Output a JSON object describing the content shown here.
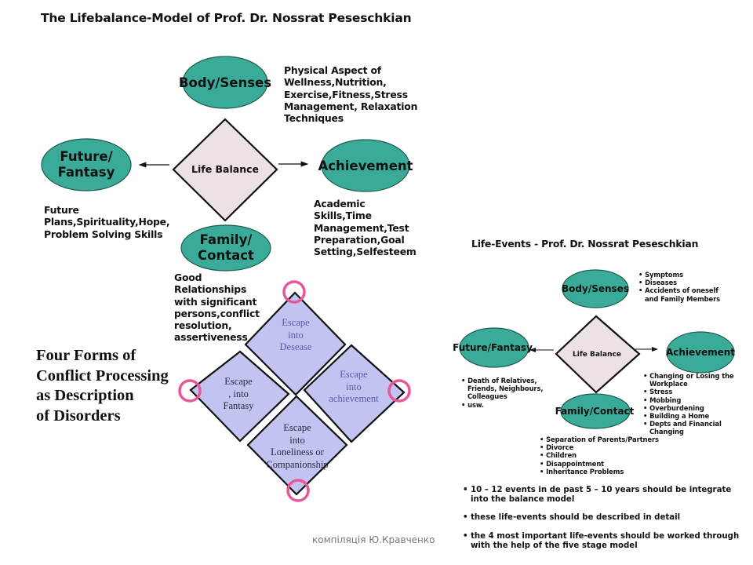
{
  "colors": {
    "ellipse_fill": "#3aab98",
    "ellipse_stroke": "#1d5a4f",
    "diamond_fill": "#ece1e6",
    "escape_fill": "#c3c3f2",
    "highlight_circle": "#e8559a",
    "footer_text": "#777777"
  },
  "left_model": {
    "title": "The Lifebalance-Model of Prof. Dr. Nossrat Peseschkian",
    "center": "Life Balance",
    "nodes": {
      "body": [
        "Body/Senses"
      ],
      "future": [
        "Future/",
        "Fantasy"
      ],
      "achievement": [
        "Achievement"
      ],
      "family": [
        "Family/",
        "Contact"
      ]
    },
    "descriptions": {
      "body": "Physical Aspect of\nWellness,Nutrition,\nExercise,Fitness,Stress\nManagement, Relaxation\nTechniques",
      "future": "Future\nPlans,Spirituality,Hope,\nProblem Solving Skills",
      "achievement": "Academic\nSkills,Time\nManagement,Test\nPreparation,Goal\nSetting,Selfesteem",
      "family": "Good\nRelationships\nwith significant\npersons,conflict\nresolution,\nassertiveness"
    }
  },
  "conflict_forms": {
    "heading": "Four Forms of\nConflict Processing\nas Description\nof Disorders",
    "escapes": {
      "top": "Escape\ninto\nDesease",
      "left": "Escape\n, into\nFantasy",
      "right": "Escape\ninto\nachievement",
      "bottom": "Escape\ninto\nLoneliness or\nCompanionship"
    }
  },
  "right_model": {
    "title": "Life-Events - Prof. Dr. Nossrat Peseschkian",
    "center": "Life Balance",
    "nodes": {
      "body": "Body/Senses",
      "future": "Future/Fantasy",
      "achievement": "Achievement",
      "family": "Family/Contact"
    },
    "lists": {
      "body": [
        "Symptoms",
        "Diseases",
        "Accidents of oneself and Family Members"
      ],
      "future": [
        "Death of Relatives, Friends, Neighbours, Colleagues",
        "usw."
      ],
      "achievement": [
        "Changing or Losing the Workplace",
        "Stress",
        "Mobbing",
        "Overburdening",
        "Building a Home",
        "Depts and Financial Changing"
      ],
      "family": [
        "Separation of Parents/Partners",
        "Divorce",
        "Children",
        "Disappointment",
        "Inheritance Problems"
      ]
    },
    "notes": [
      "10 – 12 events in de past 5 – 10 years should be integrate into the balance model",
      "these life-events should be described in detail",
      "the 4 most important life-events should be worked through with the help of the five stage model"
    ]
  },
  "footer": "компіляція Ю.Кравченко"
}
